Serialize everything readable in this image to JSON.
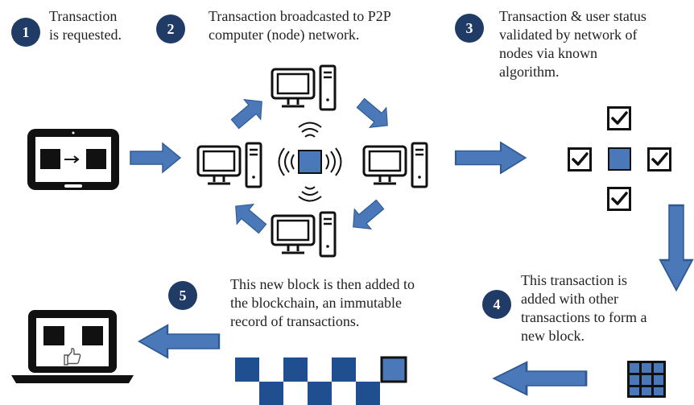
{
  "steps": [
    {
      "number": "1",
      "text_lines": [
        "Transaction",
        "is requested."
      ]
    },
    {
      "number": "2",
      "text_lines": [
        "Transaction broadcasted to P2P",
        "computer (node) network."
      ]
    },
    {
      "number": "3",
      "text_lines": [
        "Transaction & user status",
        "validated by network of",
        "nodes via known",
        "algorithm."
      ]
    },
    {
      "number": "4",
      "text_lines": [
        "This transaction is",
        "added with other",
        "transactions to form a",
        "new block."
      ]
    },
    {
      "number": "5",
      "text_lines": [
        "This new block is then added to",
        "the blockchain, an immutable",
        "record of transactions."
      ]
    }
  ],
  "colors": {
    "badge": "#1f3b66",
    "arrow": "#4a78b8",
    "arrow_dark": "#2e5a94",
    "node": "#4a78b8",
    "chain": "#1f4f8f",
    "icon": "#111111"
  },
  "icons": [
    "tablet-icon",
    "desktop-computer-icon",
    "wifi-signal-icon",
    "checkbox-checked-icon",
    "grid-block-icon",
    "blockchain-icon",
    "laptop-icon",
    "thumbs-up-icon"
  ]
}
